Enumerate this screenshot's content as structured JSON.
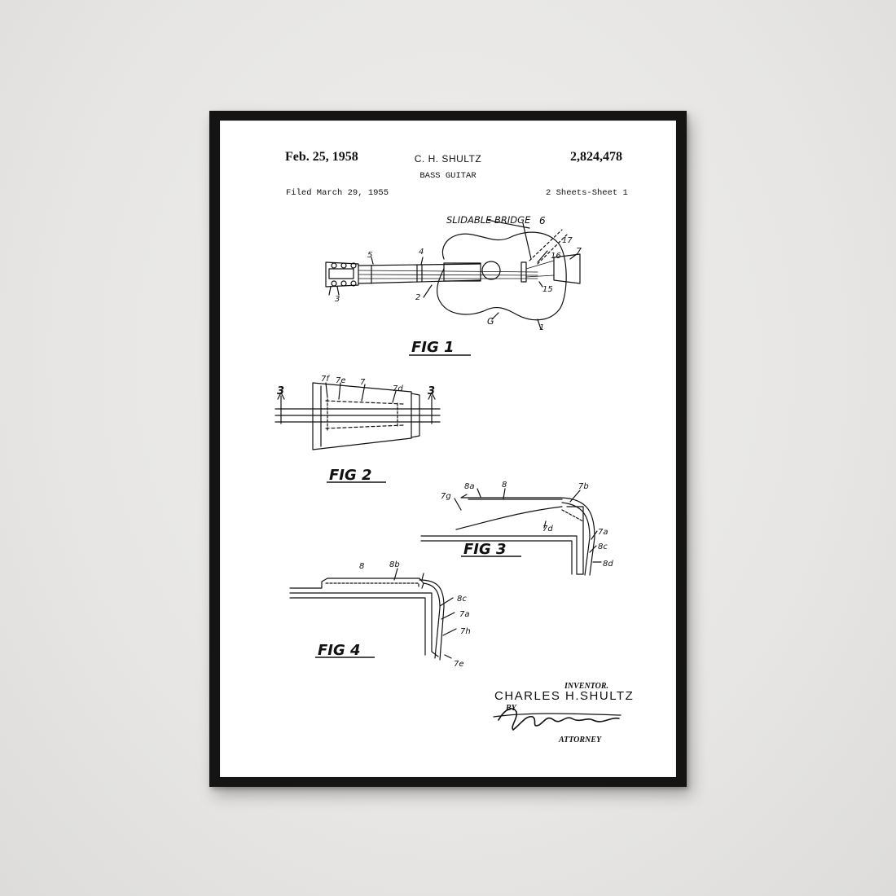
{
  "patent": {
    "date": "Feb. 25, 1958",
    "inventor_header": "C. H. SHULTZ",
    "number": "2,824,478",
    "title": "BASS GUITAR",
    "filed": "Filed March 29, 1955",
    "sheets": "2 Sheets-Sheet 1"
  },
  "figures": {
    "fig1": {
      "caption": "FIG 1",
      "callout_title": "SLIDABLE BRIDGE",
      "labels": [
        "6",
        "17",
        "5",
        "4",
        "16",
        "7",
        "15",
        "2",
        "3",
        "G",
        "1"
      ]
    },
    "fig2": {
      "caption": "FIG 2",
      "labels": [
        "7f",
        "7e",
        "7",
        "7d",
        "3",
        "3"
      ]
    },
    "fig3": {
      "caption": "FIG 3",
      "labels": [
        "8a",
        "8",
        "7b",
        "7g",
        "7d",
        "7a",
        "8c",
        "8d"
      ]
    },
    "fig4": {
      "caption": "FIG 4",
      "labels": [
        "8",
        "8b",
        "8c",
        "7a",
        "7h",
        "7e"
      ]
    }
  },
  "signature": {
    "inventor_label": "INVENTOR.",
    "inventor_name": "CHARLES H.SHULTZ",
    "by": "BY",
    "attorney_label": "ATTORNEY"
  }
}
